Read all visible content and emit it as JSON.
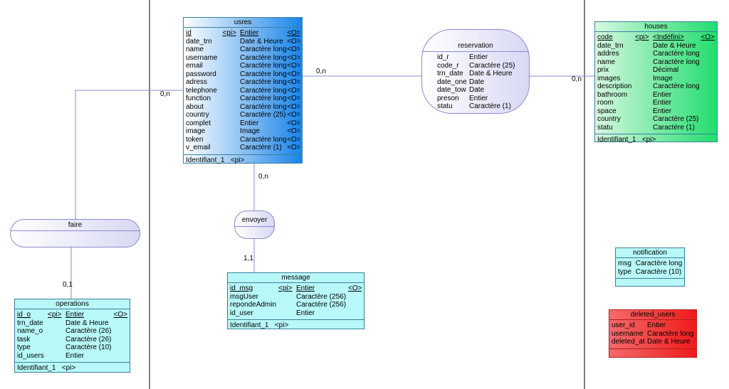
{
  "entities": {
    "usres": {
      "title": "usres",
      "rows": [
        {
          "name": "id",
          "type": "Entier",
          "key": "<pi>",
          "opt": "<O>",
          "id": true
        },
        {
          "name": "date_trn",
          "type": "Date & Heure",
          "key": "",
          "opt": "<O>"
        },
        {
          "name": "name",
          "type": "Caractère long",
          "key": "",
          "opt": "<O>"
        },
        {
          "name": "username",
          "type": "Caractère long",
          "key": "",
          "opt": "<O>"
        },
        {
          "name": "email",
          "type": "Caractère long",
          "key": "",
          "opt": "<O>"
        },
        {
          "name": "password",
          "type": "Caractère long",
          "key": "",
          "opt": "<O>"
        },
        {
          "name": "adress",
          "type": "Caractère long",
          "key": "",
          "opt": "<O>"
        },
        {
          "name": "telephone",
          "type": "Caractère long",
          "key": "",
          "opt": "<O>"
        },
        {
          "name": "function",
          "type": "Caractère long",
          "key": "",
          "opt": "<O>"
        },
        {
          "name": "about",
          "type": "Caractère long",
          "key": "",
          "opt": "<O>"
        },
        {
          "name": "country",
          "type": "Caractère (25)",
          "key": "",
          "opt": "<O>"
        },
        {
          "name": "complet",
          "type": "Entier",
          "key": "",
          "opt": "<O>"
        },
        {
          "name": "image",
          "type": "Image",
          "key": "",
          "opt": "<O>"
        },
        {
          "name": "token",
          "type": "Caractère long",
          "key": "",
          "opt": "<O>"
        },
        {
          "name": "v_email",
          "type": "Caractère (1)",
          "key": "",
          "opt": "<O>"
        }
      ],
      "footer": {
        "name": "Identifiant_1",
        "key": "<pi>"
      }
    },
    "houses": {
      "title": "houses",
      "rows": [
        {
          "name": "code",
          "type": "<Indéfini>",
          "key": "<pi>",
          "opt": "<O>",
          "id": true
        },
        {
          "name": "date_trn",
          "type": "Date & Heure",
          "key": "",
          "opt": ""
        },
        {
          "name": "addres",
          "type": "Caractère long",
          "key": "",
          "opt": ""
        },
        {
          "name": "name",
          "type": "Caractère long",
          "key": "",
          "opt": ""
        },
        {
          "name": "prix",
          "type": "Décimal",
          "key": "",
          "opt": ""
        },
        {
          "name": "images",
          "type": "Image",
          "key": "",
          "opt": ""
        },
        {
          "name": "description",
          "type": "Caractère long",
          "key": "",
          "opt": ""
        },
        {
          "name": "bathroom",
          "type": "Entier",
          "key": "",
          "opt": ""
        },
        {
          "name": "room",
          "type": "Entier",
          "key": "",
          "opt": ""
        },
        {
          "name": "space",
          "type": "Entier",
          "key": "",
          "opt": ""
        },
        {
          "name": "country",
          "type": "Caractère (25)",
          "key": "",
          "opt": ""
        },
        {
          "name": "statu",
          "type": "Caractère (1)",
          "key": "",
          "opt": ""
        }
      ],
      "footer": {
        "name": "Identifiant_1",
        "key": "<pi>"
      }
    },
    "operations": {
      "title": "operations",
      "rows": [
        {
          "name": "id_o",
          "type": "Entier",
          "key": "<pi>",
          "opt": "<O>",
          "id": true
        },
        {
          "name": "trn_date",
          "type": "Date & Heure",
          "key": "",
          "opt": ""
        },
        {
          "name": "name_o",
          "type": "Caractère (26)",
          "key": "",
          "opt": ""
        },
        {
          "name": "task",
          "type": "Caractère (26)",
          "key": "",
          "opt": ""
        },
        {
          "name": "type",
          "type": "Caractère (10)",
          "key": "",
          "opt": ""
        },
        {
          "name": "id_users",
          "type": "Entier",
          "key": "",
          "opt": ""
        }
      ],
      "footer": {
        "name": "Identifiant_1",
        "key": "<pi>"
      }
    },
    "message": {
      "title": "message",
      "rows": [
        {
          "name": "id_msg",
          "type": "Entier",
          "key": "<pi>",
          "opt": "<O>",
          "id": true
        },
        {
          "name": "msgUser",
          "type": "Caractère (256)",
          "key": "",
          "opt": ""
        },
        {
          "name": "repondeAdmin",
          "type": "Caractère (256)",
          "key": "",
          "opt": ""
        },
        {
          "name": "id_user",
          "type": "Entier",
          "key": "",
          "opt": ""
        }
      ],
      "footer": {
        "name": "Identifiant_1",
        "key": "<pi>"
      }
    },
    "notification": {
      "title": "notification",
      "rows": [
        {
          "name": "msg",
          "type": "Caractère long"
        },
        {
          "name": "type",
          "type": "Caractère (10)"
        }
      ]
    },
    "deleted_users": {
      "title": "deleted_users",
      "rows": [
        {
          "name": "user_id",
          "type": "Entier"
        },
        {
          "name": "username",
          "type": "Caractère long"
        },
        {
          "name": "deleted_at",
          "type": "Date & Heure"
        }
      ]
    }
  },
  "associations": {
    "reservation": {
      "title": "reservation",
      "rows": [
        {
          "name": "id_r",
          "type": "Entier"
        },
        {
          "name": "code_r",
          "type": "Caractère (25)"
        },
        {
          "name": "trn_date",
          "type": "Date & Heure"
        },
        {
          "name": "date_one",
          "type": "Date"
        },
        {
          "name": "date_tow",
          "type": "Date"
        },
        {
          "name": "preson",
          "type": "Entier"
        },
        {
          "name": "statu",
          "type": "Caractère (1)"
        }
      ]
    },
    "faire": {
      "title": "faire"
    },
    "envoyer": {
      "title": "envoyer"
    }
  },
  "cardinalities": {
    "usres_reservation": "0,n",
    "houses_reservation": "0,n",
    "usres_faire": "0,n",
    "operations_faire": "0,1",
    "usres_envoyer": "0,n",
    "message_envoyer": "1,1"
  },
  "colors": {
    "usres": "#1a84e8",
    "houses": "#22dd6e",
    "cyan": "#b8f8f8",
    "deleted": "#f01a1a",
    "assoc_border": "#8a8ad0"
  }
}
